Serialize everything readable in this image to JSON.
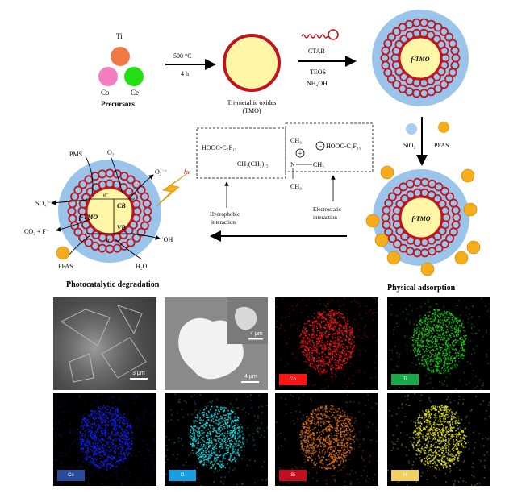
{
  "colors": {
    "ti": "#f07a45",
    "co": "#f47cc0",
    "ce": "#22e012",
    "tmo_core_fill": "#fff6a8",
    "tmo_core_ring": "#c0151e",
    "silica_shell": "#9bc4ea",
    "ctab_ring": "#c0151e",
    "sio2_particle": "#a9cdf0",
    "pfas_particle": "#f6ad1a",
    "lightning": "#f6ad1a",
    "map_co": "#ff1414",
    "map_ti": "#18d414",
    "map_ce": "#1020ff",
    "map_o": "#17d8e0",
    "map_si": "#e07012",
    "map_n": "#e6e612"
  },
  "synthesis": {
    "ti_label": "Ti",
    "co_label": "Co",
    "ce_label": "Ce",
    "precursors_label": "Precursors",
    "temp_label": "500 °C",
    "time_label": "4 h",
    "tmo_label_line1": "Tri-metallic oxides",
    "tmo_label_line2": "(TMO)",
    "ctab_label": "CTAB",
    "teos_label": "TEOS",
    "nh4oh_label": "NH₄OH",
    "ftmo_label": "f-TMO"
  },
  "adsorption": {
    "sio2_label": "SiO₂",
    "pfas_label": "PFAS",
    "ftmo_label": "f-TMO",
    "caption": "Physical adsorption",
    "hydrophobic_formula1": "HOOC-C₇F₁₅",
    "hydrophobic_formula2": "CH₃(CH₂)₁₅",
    "hydrophobic_label_line1": "Hydrophobic",
    "hydrophobic_label_line2": "interaction",
    "electrostatic_formula": "HOOC-C₇F₁₅",
    "ch3_top": "CH₃",
    "ch3_right": "CH₃",
    "ch3_bottom": "CH₃",
    "n_label": "N",
    "plus_sign": "+",
    "minus_sign": "−",
    "electrostatic_label_line1": "Electrostatic",
    "electrostatic_label_line2": "interaction"
  },
  "photocatalysis": {
    "pms_label": "PMS",
    "o2_label": "O₂",
    "o2_radical_label": "O₂˙⁻",
    "hv_label": "hv",
    "so4_label": "SO₄˙⁻",
    "co2_label": "CO₂ + F⁻",
    "electron_label": "e⁻",
    "hole_label": "h⁺",
    "cb_label": "CB",
    "vb_label": "VB",
    "ftmo_label": "f-TMO",
    "oh_label": "˙OH",
    "h2o_label": "H₂O",
    "pfas_label": "PFAS",
    "caption": "Photocatalytic degradation"
  },
  "micrographs": {
    "sem_scale": "3 μm",
    "edx_scale": "4 μm",
    "inset_scale": "4 μm",
    "co_label": "Co",
    "ti_label": "Ti",
    "ce_label": "Ce",
    "o_label": "O",
    "si_label": "Si",
    "n_label": "N"
  }
}
